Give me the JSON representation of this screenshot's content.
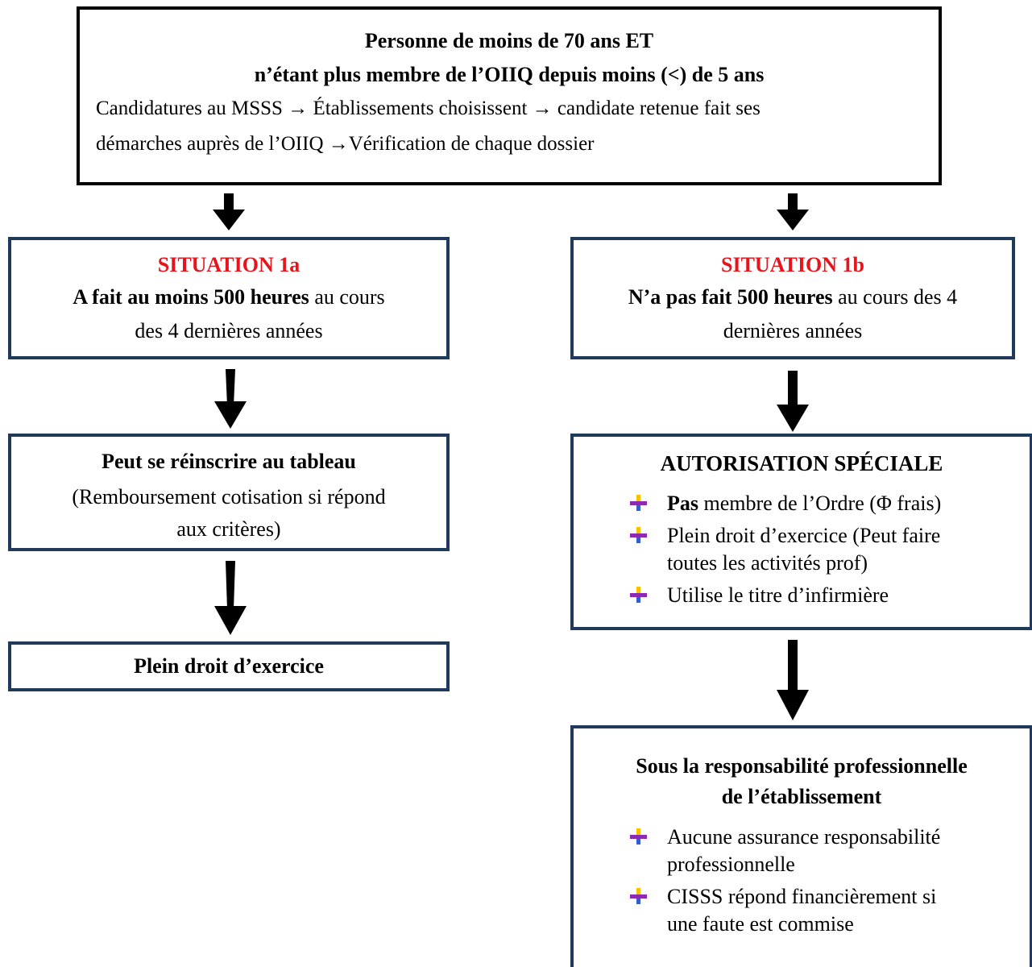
{
  "top": {
    "title_line1": "Personne de moins de 70 ans ET",
    "title_line2": "n’étant plus membre de l’OIIQ depuis moins (<) de 5 ans",
    "text_line1": "Candidatures au MSSS → Établissements choisissent → candidate retenue fait ses",
    "text_line2": "démarches auprès de l’OIIQ →Vérification de chaque dossier"
  },
  "situation_1a": {
    "heading": "SITUATION 1a",
    "bold": "A fait au moins 500 heures",
    "rest1": " au cours",
    "line2": "des 4 dernières années"
  },
  "situation_1b": {
    "heading": "SITUATION 1b",
    "bold": "N’a pas fait 500 heures",
    "rest1": " au cours des 4",
    "line2": "dernières années"
  },
  "reinscription": {
    "title": "Peut se réinscrire au tableau",
    "line1": "(Remboursement cotisation si répond",
    "line2": "aux critères)"
  },
  "plein_droit": {
    "title": "Plein droit d’exercice"
  },
  "autorisation": {
    "title": "AUTORISATION SPÉCIALE",
    "items": [
      {
        "bold": "Pas",
        "text": " membre de l’Ordre (Φ frais)",
        "line2": ""
      },
      {
        "bold": "",
        "text": "Plein droit d’exercice (Peut faire",
        "line2": "toutes les activités prof)"
      },
      {
        "bold": "",
        "text": "Utilise le titre d’infirmière",
        "line2": ""
      }
    ]
  },
  "responsabilite": {
    "title_line1": "Sous la responsabilité professionnelle",
    "title_line2": "de l’établissement",
    "items": [
      {
        "text": "Aucune assurance responsabilité",
        "line2": "professionnelle"
      },
      {
        "text": "CISSS répond financièrement si",
        "line2": "une faute est commise"
      }
    ]
  },
  "colors": {
    "box_border_blue": "#1f3a5a",
    "heading_red": "#e8141c",
    "arrow": "#000000"
  },
  "icons": {
    "bullet": "plus-bullet-icon",
    "arrow": "arrow-down-icon"
  }
}
